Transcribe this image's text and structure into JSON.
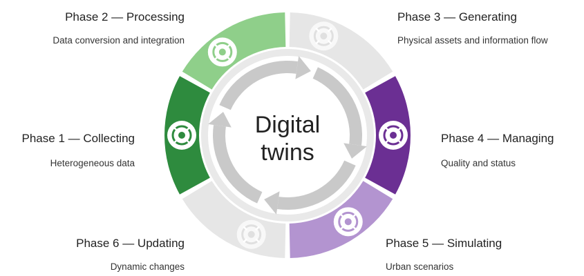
{
  "center": {
    "line1": "Digital",
    "line2": "twins"
  },
  "phases": [
    {
      "id": 1,
      "title": "Phase 1 — Collecting",
      "subtitle": "Heterogeneous data",
      "color": "#2e8b3e",
      "icon": "gear-cycle-icon"
    },
    {
      "id": 2,
      "title": "Phase 2 — Processing",
      "subtitle": "Data conversion and integration",
      "color": "#8fcf8a",
      "icon": "gear-cycle-icon"
    },
    {
      "id": 3,
      "title": "Phase 3 — Generating",
      "subtitle": "Physical assets and information flow",
      "color": "#e6e6e6",
      "icon": "gear-cycle-icon"
    },
    {
      "id": 4,
      "title": "Phase 4 — Managing",
      "subtitle": "Quality and status",
      "color": "#6b2f93",
      "icon": "gear-cycle-icon"
    },
    {
      "id": 5,
      "title": "Phase 5 — Simulating",
      "subtitle": "Urban scenarios",
      "color": "#b394d0",
      "icon": "gear-cycle-icon"
    },
    {
      "id": 6,
      "title": "Phase 6 — Updating",
      "subtitle": "Dynamic changes",
      "color": "#e6e6e6",
      "icon": "gear-cycle-icon"
    }
  ],
  "colors": {
    "inner_ring": "#d7d7d7",
    "arrows": "#c9c9c9"
  }
}
